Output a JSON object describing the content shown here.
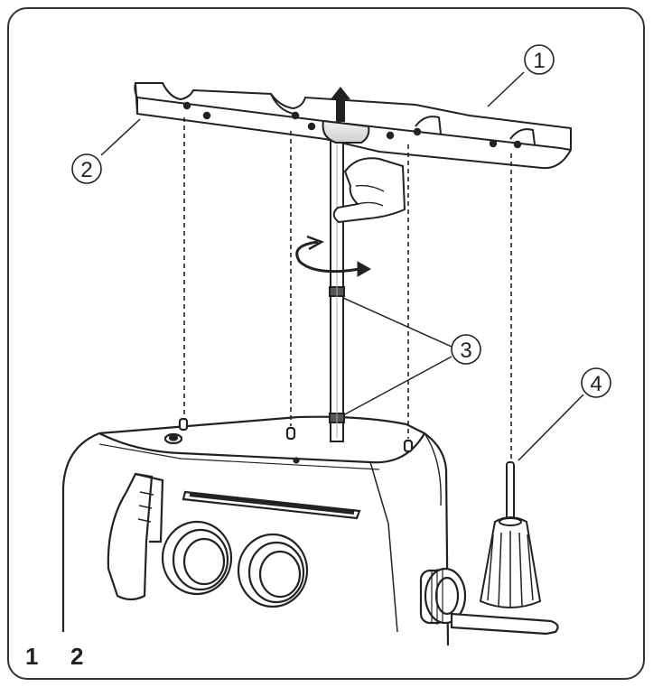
{
  "callouts": [
    {
      "id": "1",
      "label": "①"
    },
    {
      "id": "2",
      "label": "②"
    },
    {
      "id": "3",
      "label": "③"
    },
    {
      "id": "4",
      "label": "④"
    }
  ],
  "footer": {
    "section": "1",
    "page": "2"
  },
  "colors": {
    "line": "#222222",
    "shade": "#bdbdbd",
    "bg": "#ffffff"
  }
}
